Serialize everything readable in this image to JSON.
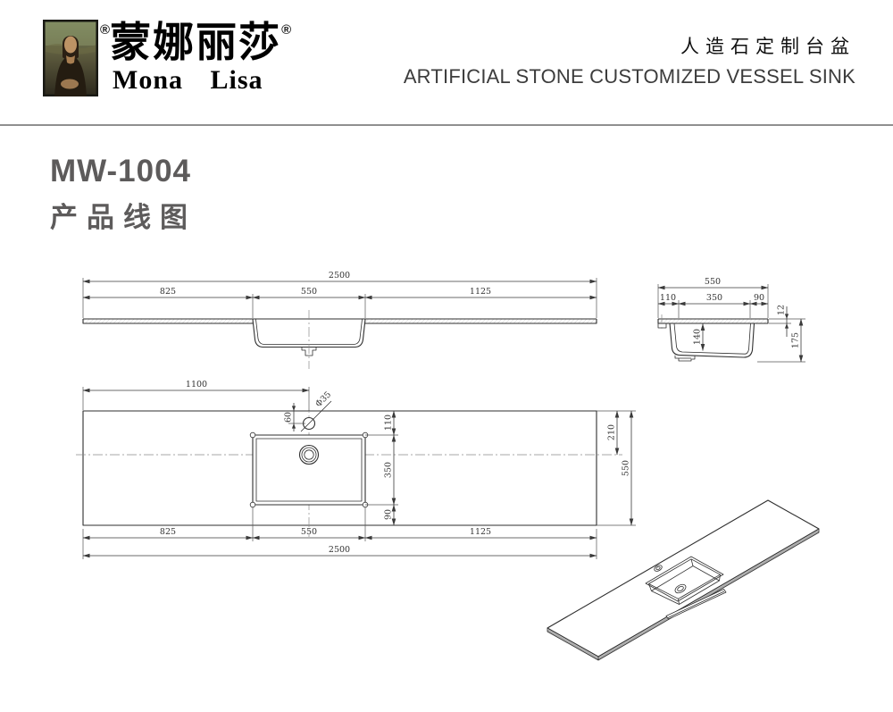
{
  "header": {
    "brand_cn": "蒙娜丽莎",
    "brand_en": "Mona Lisa",
    "reg_left": "®",
    "reg_right": "®",
    "product_title_cn": "人造石定制台盆",
    "product_title_en": "ARTIFICIAL STONE CUSTOMIZED VESSEL SINK"
  },
  "title_block": {
    "model": "MW-1004",
    "subtitle": "产品线图"
  },
  "dims": {
    "front": {
      "overall": "2500",
      "seg_left": "825",
      "seg_basin": "550",
      "seg_right": "1125"
    },
    "side": {
      "overall": "550",
      "seg_back": "110",
      "seg_basin": "350",
      "seg_front": "90",
      "thickness": "12",
      "basin_depth": "140",
      "total_height": "175"
    },
    "plan": {
      "faucet_x": "1100",
      "faucet_y": "60",
      "faucet_dia": "Φ35",
      "seg_back": "110",
      "seg_basin": "350",
      "seg_front": "90",
      "drain_y": "210",
      "depth": "550",
      "seg_left": "825",
      "seg_basin_w": "550",
      "seg_right": "1125",
      "overall": "2500"
    }
  },
  "colors": {
    "line": "#2f2f2f",
    "title_gray": "#5d5b5b",
    "divider": "#8f8f8f",
    "background": "#ffffff"
  }
}
